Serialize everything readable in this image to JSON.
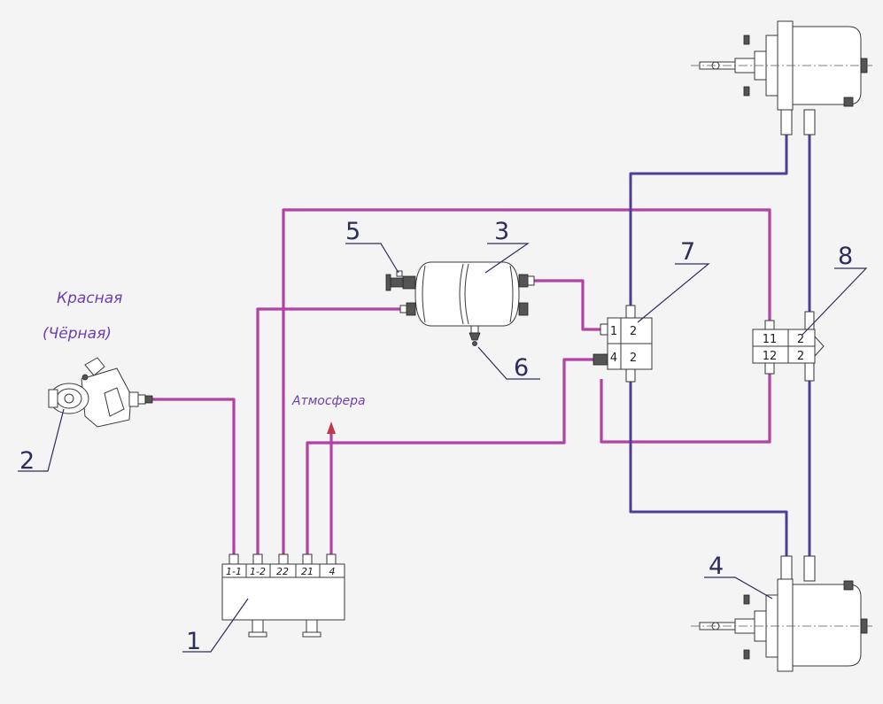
{
  "labels": {
    "n1": "1",
    "n2": "2",
    "n3": "3",
    "n4": "4",
    "n5": "5",
    "n6": "6",
    "n7": "7",
    "n8": "8"
  },
  "notes": {
    "red": "Красная",
    "black": "(Чёрная)",
    "atmosphere": "Атмосфера"
  },
  "unit1_ports": [
    "1-1",
    "1-2",
    "22",
    "21",
    "4"
  ],
  "valve7_ports": {
    "p1": "1",
    "p2_top": "2",
    "p4": "4",
    "p2_bottom": "2"
  },
  "valve8_ports": {
    "p11": "11",
    "p2_top": "2",
    "p12": "12",
    "p2_bottom": "2"
  },
  "colors": {
    "control_line": "#b440a6",
    "brake_line": "#4f3e98",
    "label": "#2c2c5e",
    "note": "#6e3fb0"
  }
}
